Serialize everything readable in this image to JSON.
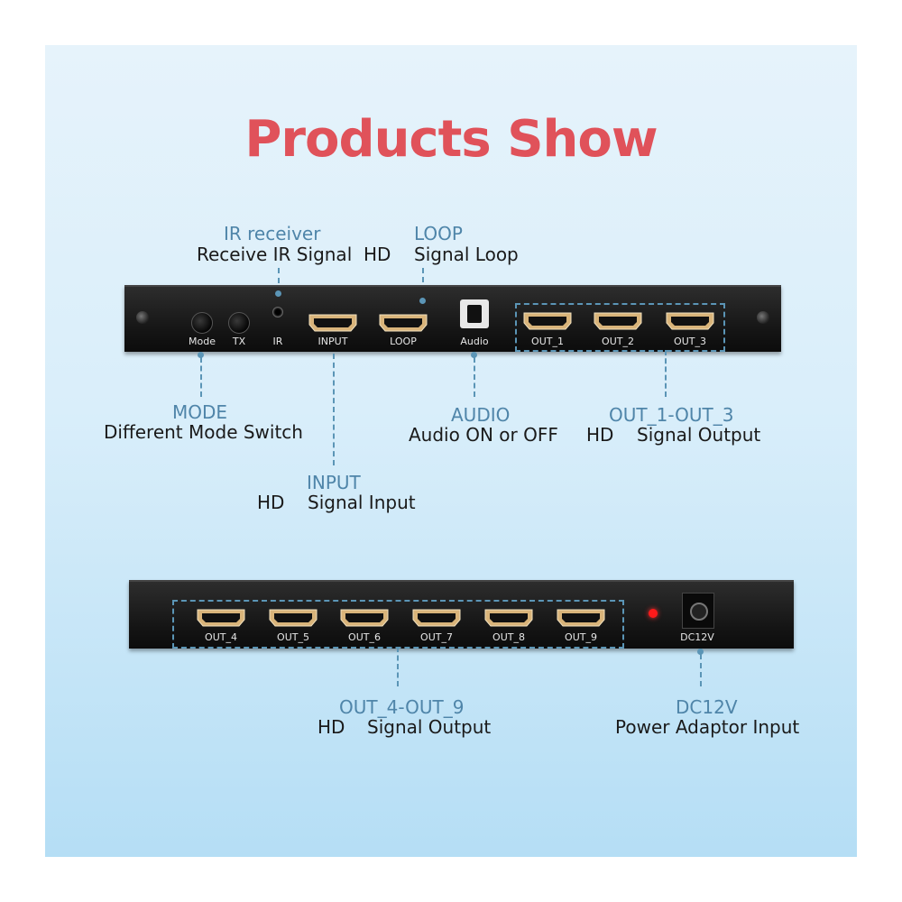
{
  "title": "Products Show",
  "front_panel": {
    "ports": {
      "mode": "Mode",
      "tx": "TX",
      "ir": "IR",
      "input": "INPUT",
      "loop": "LOOP",
      "audio": "Audio",
      "out1": "OUT_1",
      "out2": "OUT_2",
      "out3": "OUT_3"
    },
    "callouts": {
      "ir_title": "IR receiver",
      "ir_desc": "Receive IR Signal",
      "loop_prefix": "HD",
      "loop_title": "LOOP",
      "loop_desc": "Signal Loop",
      "mode_title": "MODE",
      "mode_desc": "Different Mode Switch",
      "input_title": "INPUT",
      "input_prefix": "HD",
      "input_desc": "Signal Input",
      "audio_title": "AUDIO",
      "audio_desc": "Audio ON or OFF",
      "out_title": "OUT_1-OUT_3",
      "out_prefix": "HD",
      "out_desc": "Signal Output"
    }
  },
  "back_panel": {
    "ports": {
      "out4": "OUT_4",
      "out5": "OUT_5",
      "out6": "OUT_6",
      "out7": "OUT_7",
      "out8": "OUT_8",
      "out9": "OUT_9",
      "dc": "DC12V"
    },
    "callouts": {
      "out_title": "OUT_4-OUT_9",
      "out_prefix": "HD",
      "out_desc": "Signal Output",
      "dc_title": "DC12V",
      "dc_desc": "Power Adaptor Input"
    }
  },
  "colors": {
    "title": "#e0525a",
    "callout_title": "#4f85a9",
    "callout_text": "#1a1a1a",
    "leader": "#5b95b6",
    "panel": "#141414",
    "power_led": "#ff1a1a"
  }
}
